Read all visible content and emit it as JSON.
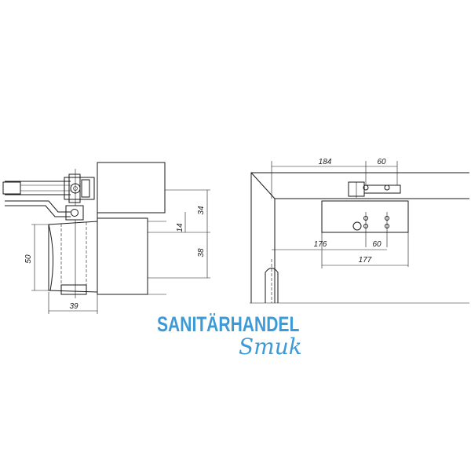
{
  "dimensions": {
    "left_view": {
      "arm_height": "34",
      "offset": "14",
      "body_height": "38",
      "total_height": "50",
      "depth": "39"
    },
    "right_view": {
      "top_left": "184",
      "top_right": "60",
      "bottom_mid": "176",
      "bottom_right": "60",
      "bottom_total": "177"
    }
  },
  "logo": {
    "line1": "SANITÄRHANDEL",
    "line2": "Smuk",
    "color": "#3d9ad6"
  },
  "colors": {
    "lines": "#1a1a1a",
    "background": "#ffffff"
  }
}
